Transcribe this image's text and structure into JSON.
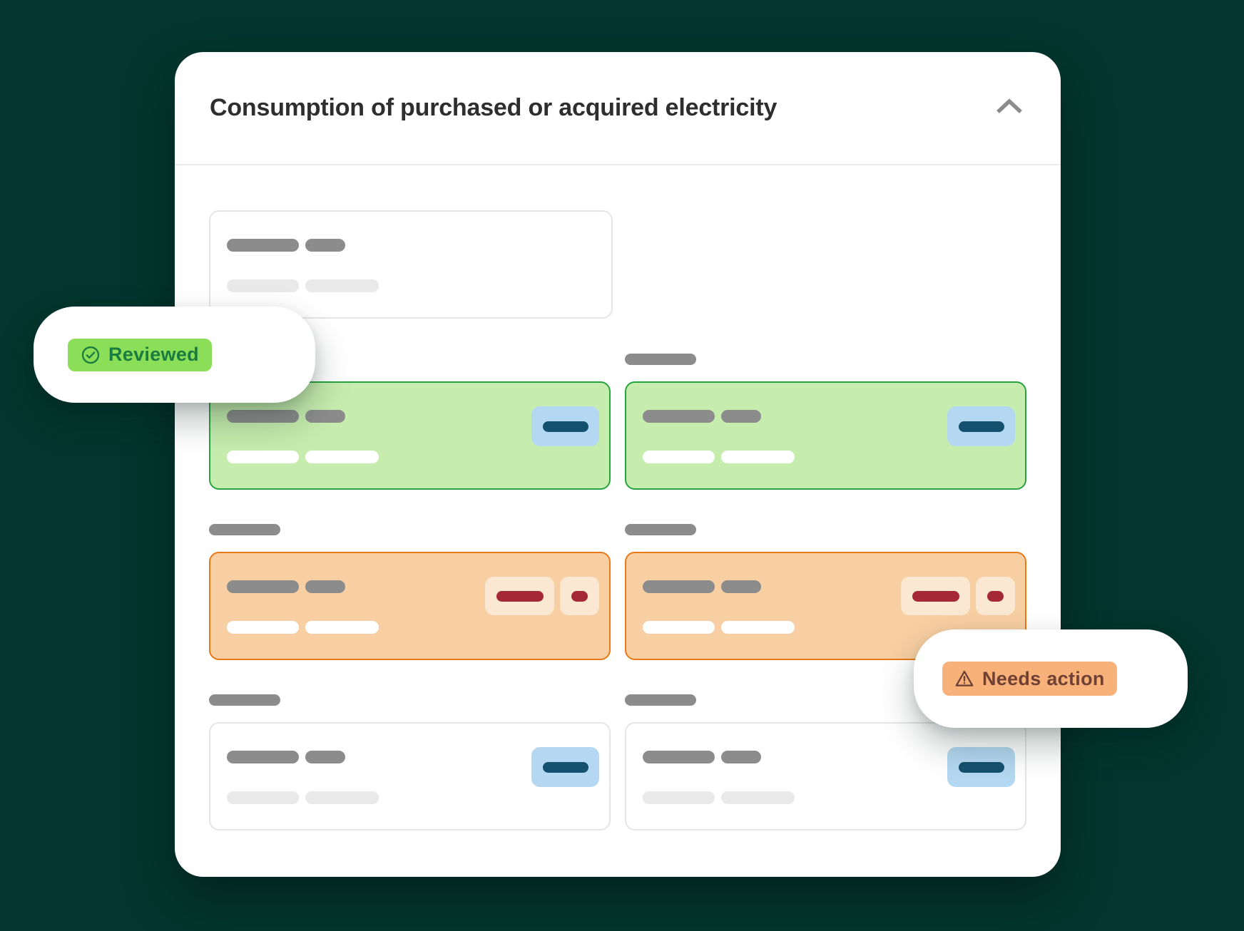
{
  "panel": {
    "title": "Consumption of purchased or acquired electricity"
  },
  "badges": {
    "reviewed": {
      "label": "Reviewed",
      "icon": "check-circle-icon",
      "bg": "#8bde58",
      "fg": "#1a7c3f"
    },
    "needs_action": {
      "label": "Needs action",
      "icon": "warning-triangle-icon",
      "bg": "#f9b17a",
      "fg": "#6e4134"
    }
  },
  "icons": {
    "collapse": "chevron-up-icon"
  },
  "colors": {
    "page_background": "#03362e",
    "panel_background": "#ffffff",
    "reviewed_card_bg": "#c6ecae",
    "reviewed_card_border": "#28a43e",
    "needs_action_card_bg": "#f8cfa3",
    "needs_action_card_border": "#e87917",
    "default_card_border": "#e5e5e6",
    "info_chip_bg": "#b4d8f1",
    "info_chip_bar": "#14506f",
    "alert_chip_bg": "#fae8d2",
    "alert_chip_bar": "#a52837",
    "skeleton_dark": "#8c8c8c",
    "skeleton_light": "#e9e9e9"
  },
  "grid": {
    "rows": [
      {
        "status": "reviewed",
        "columns": 2
      },
      {
        "status": "needs-action",
        "columns": 2
      },
      {
        "status": "default",
        "columns": 2
      }
    ]
  }
}
